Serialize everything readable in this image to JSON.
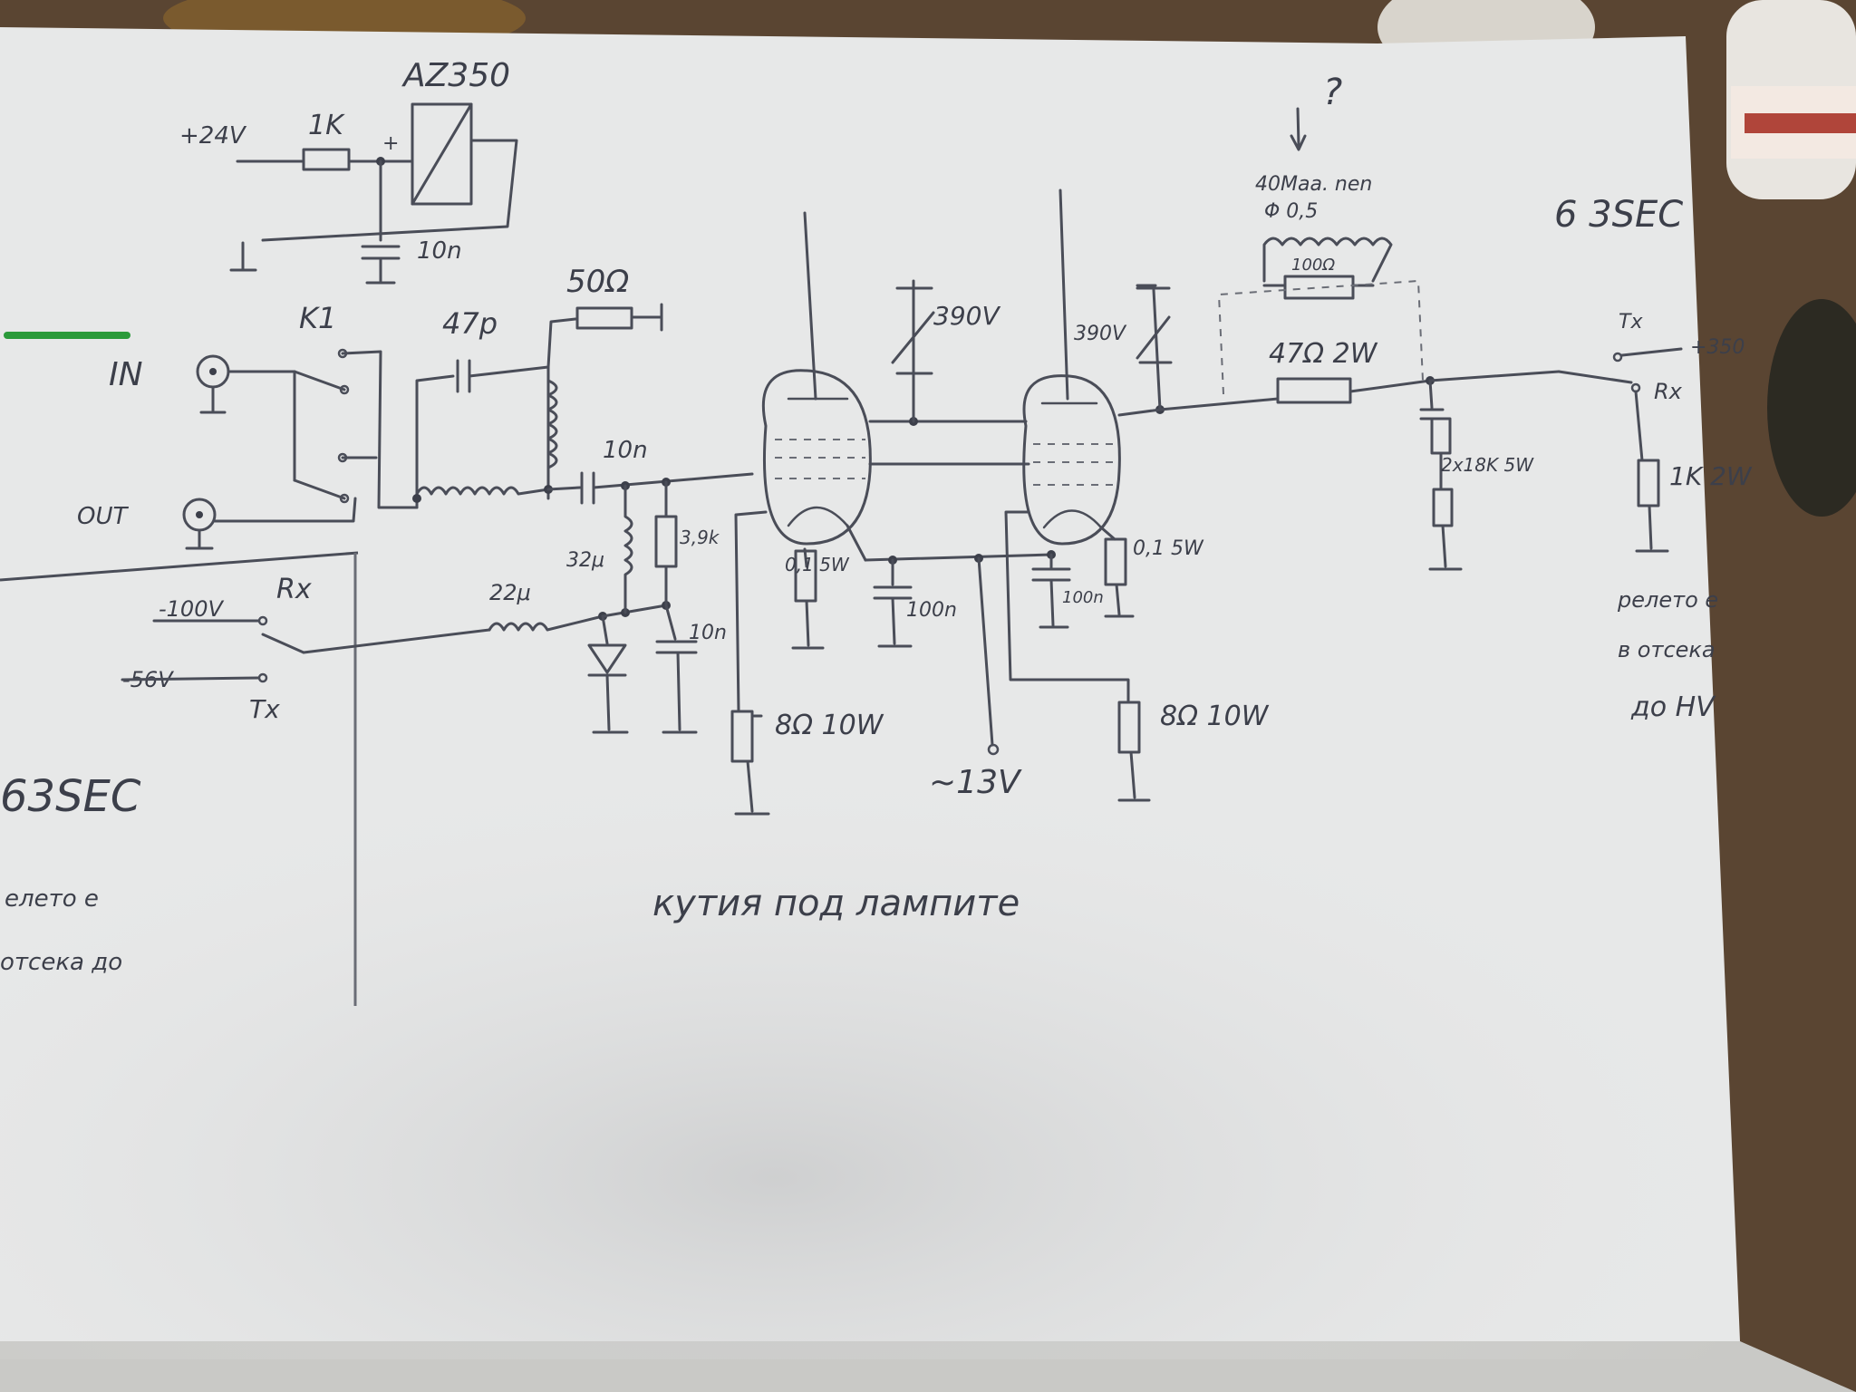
{
  "relay": {
    "name": "AZ350",
    "supply": "+24V",
    "resistor": "1K",
    "cap": "10n",
    "plus_sign": "+"
  },
  "ports": {
    "in": "IN",
    "out": "OUT",
    "relay_switch": "K1"
  },
  "input_network": {
    "cap": "47p",
    "resistor": "50Ω",
    "coupling_cap": "10n"
  },
  "bias": {
    "rx_voltage": "-100V",
    "tx_voltage": "-56V",
    "rx": "Rx",
    "tx": "Tx",
    "choke1": "22μ",
    "choke2": "32μ",
    "resistor": "3,9k",
    "cap": "10n"
  },
  "tubes": {
    "trimmer1": "390V",
    "trimmer2": "390V",
    "cathode1_res": "0,1\n5W",
    "cathode1_cap": "100n",
    "cathode2_res": "0,1\n5W",
    "cathode2_cap": "100n",
    "screen1_res": "8Ω 10W",
    "screen2_res": "8Ω 10W",
    "heater": "~13V"
  },
  "output": {
    "question": "?",
    "note_top": "40Maa. nen",
    "note_val": "Φ 0,5",
    "parasitic_res": "100Ω",
    "anode_res": "47Ω 2W",
    "bleeder": "2x18K\n5W",
    "tx": "Tx",
    "hv": "+350",
    "rx": "Rx",
    "rx_res": "1K 2W",
    "tube_type": "6 3SEC",
    "side_note": [
      "релето е",
      "в отсека",
      "до HV"
    ]
  },
  "left_page": {
    "tube_type": "63SEC",
    "text": [
      "елето е",
      "отсека до"
    ]
  },
  "caption": "кутия под лампите"
}
